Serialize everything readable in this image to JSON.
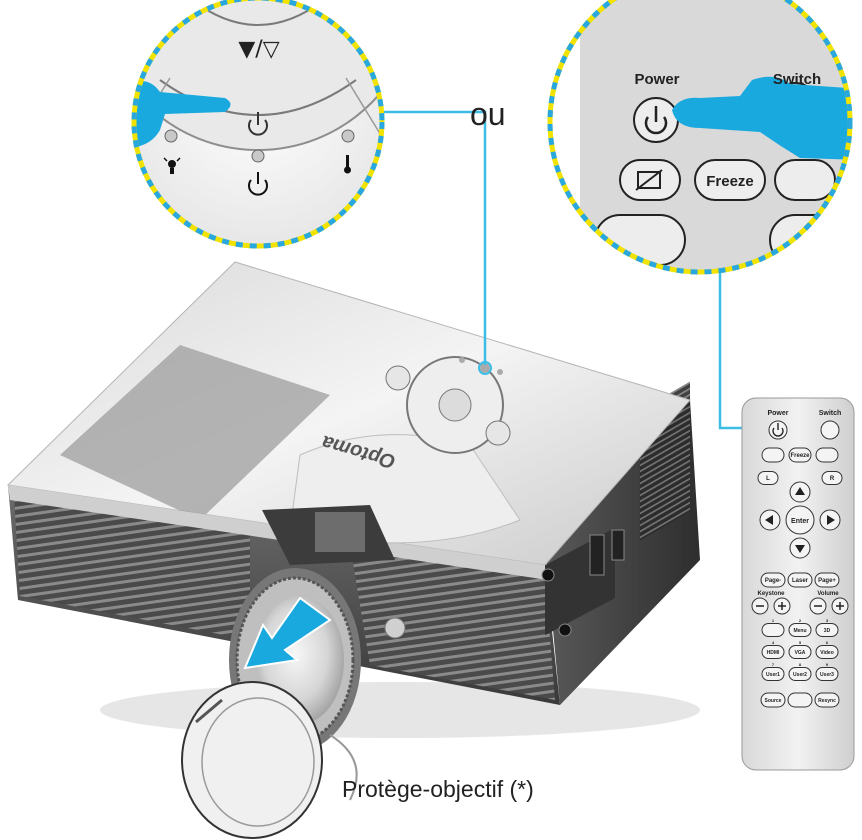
{
  "labels": {
    "ou": "ou",
    "lens_cap": "Protège-objectif (*)"
  },
  "projector": {
    "brand": "Optoma",
    "keypad_top_label": "▼/▽"
  },
  "remote_zoom": {
    "power_label": "Power",
    "switch_label": "Switch",
    "freeze_label": "Freeze"
  },
  "remote": {
    "power_label": "Power",
    "switch_label": "Switch",
    "row_freeze": [
      "",
      "Freeze",
      ""
    ],
    "row_lr": [
      "L",
      "R"
    ],
    "enter_label": "Enter",
    "page_row": [
      "Page-",
      "Laser",
      "Page+"
    ],
    "keystone_label": "Keystone",
    "volume_label": "Volume",
    "grid_numbers": [
      "1",
      "2",
      "3",
      "4",
      "5",
      "6",
      "7",
      "8",
      "9"
    ],
    "grid_labels": [
      "",
      "Menu",
      "3D",
      "HDMI",
      "VGA",
      "Video",
      "User1",
      "User2",
      "User3"
    ],
    "bottom_row": [
      "Source",
      "",
      "Resync"
    ]
  },
  "colors": {
    "hand": "#19a9de",
    "callout_line": "#3bbde6",
    "border_yellow": "#f2e200",
    "border_blue": "#29a8e0"
  }
}
